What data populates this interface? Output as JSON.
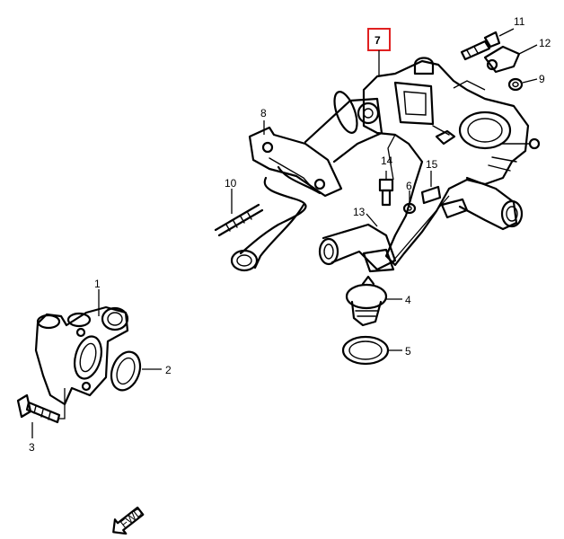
{
  "callouts": {
    "c1": "1",
    "c2": "2",
    "c3": "3",
    "c4": "4",
    "c5": "5",
    "c6": "6",
    "c7": "7",
    "c8": "8",
    "c9": "9",
    "c10": "10",
    "c11": "11",
    "c12": "12",
    "c13": "13",
    "c14": "14",
    "c15": "15"
  },
  "highlighted_callout": "7",
  "highlight_color": "#e02020",
  "direction_badge": "FWD"
}
